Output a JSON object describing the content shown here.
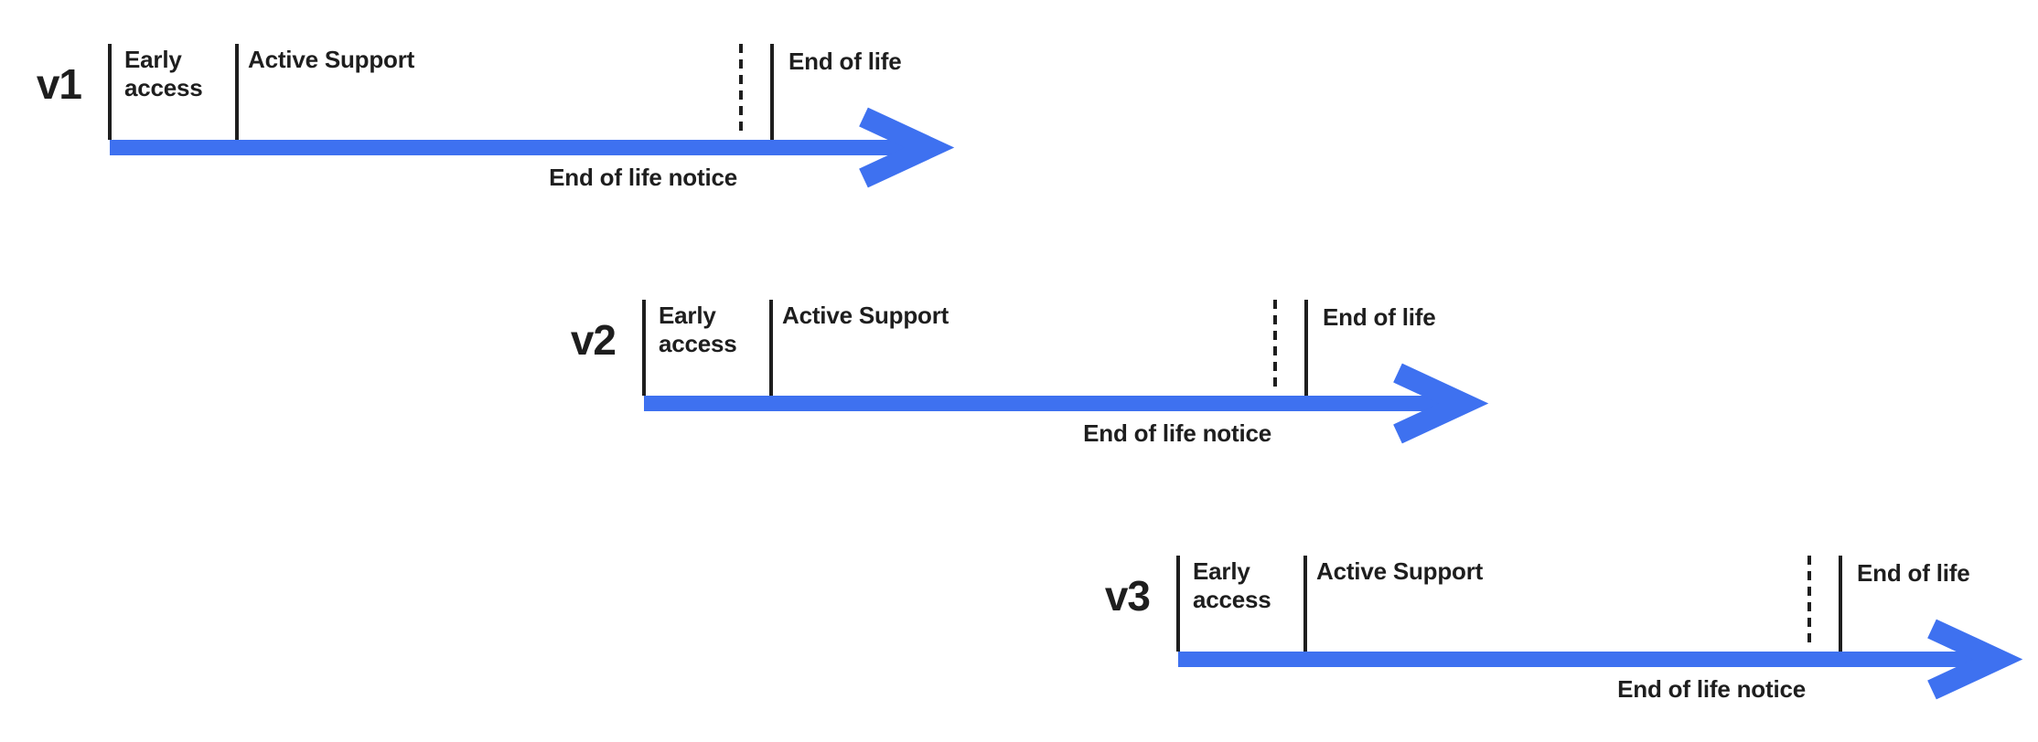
{
  "colors": {
    "arrow_blue": "#3E71F0",
    "text_ink": "#1E1E1E"
  },
  "timelines": [
    {
      "version": "v1",
      "phases": {
        "early_access": "Early access",
        "active_support": "Active Support",
        "end_of_life": "End of life",
        "end_of_life_notice": "End of life notice"
      }
    },
    {
      "version": "v2",
      "phases": {
        "early_access": "Early access",
        "active_support": "Active Support",
        "end_of_life": "End of life",
        "end_of_life_notice": "End of life notice"
      }
    },
    {
      "version": "v3",
      "phases": {
        "early_access": "Early access",
        "active_support": "Active Support",
        "end_of_life": "End of life",
        "end_of_life_notice": "End of life notice"
      }
    }
  ]
}
